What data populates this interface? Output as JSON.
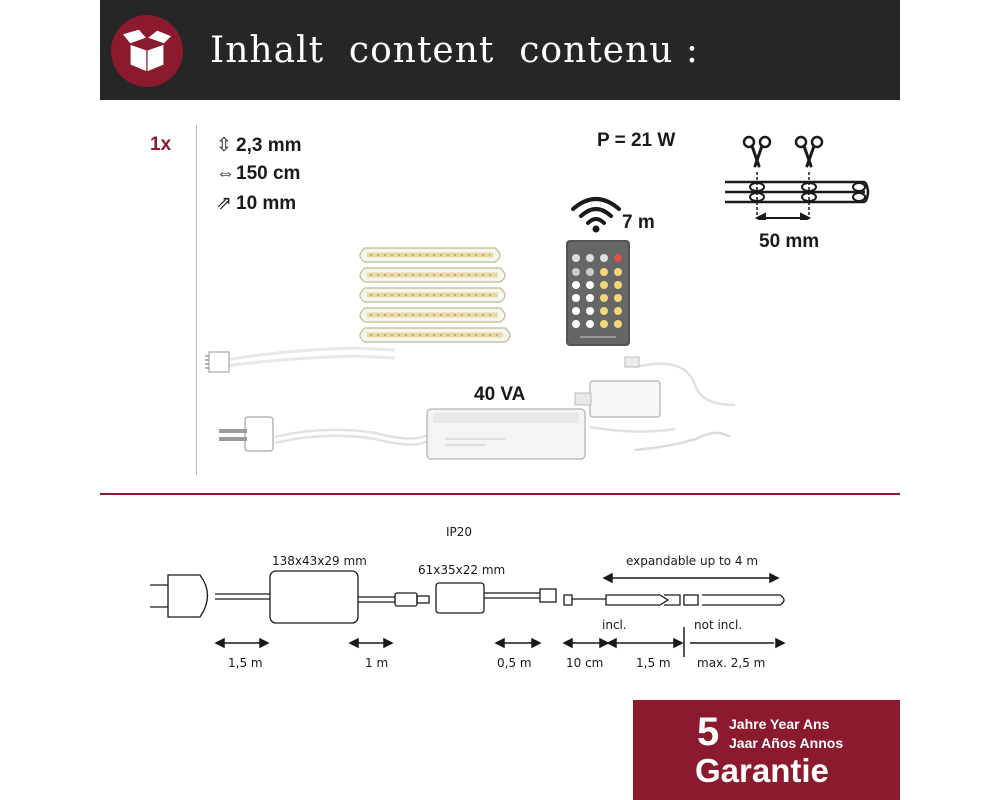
{
  "header": {
    "title": "Inhalt  content  contenu :",
    "colors": {
      "bar": "#262626",
      "accent": "#8c1a2e"
    }
  },
  "package": {
    "quantity": "1x",
    "specs": [
      {
        "icon": "height-arrow-icon",
        "value": "2,3 mm"
      },
      {
        "icon": "length-arrow-icon",
        "value": "150 cm"
      },
      {
        "icon": "width-arrow-icon",
        "value": "10 mm"
      }
    ],
    "power": "P = 21 W",
    "remote_range": "7 m",
    "cut_interval": "50 mm",
    "driver_rating": "40 VA"
  },
  "diagram": {
    "ip_rating": "IP20",
    "driver_dimensions": "138x43x29 mm",
    "controller_dimensions": "61x35x22 mm",
    "expandable": "expandable up to 4 m",
    "incl": "incl.",
    "not_incl": "not incl.",
    "lengths": [
      "1,5 m",
      "1 m",
      "0,5 m",
      "10 cm",
      "1,5 m",
      "max. 2,5 m"
    ]
  },
  "guarantee": {
    "years": "5",
    "line1": "Jahre Year Ans",
    "line2": "Jaar Años Annos",
    "label": "Garantie"
  }
}
